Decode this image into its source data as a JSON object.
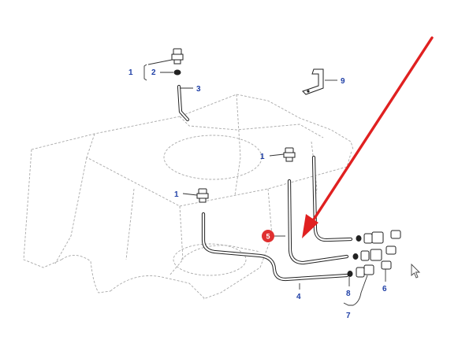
{
  "callouts": {
    "c1_top": "1",
    "c2_top": "2",
    "c3": "3",
    "c9": "9",
    "c1_mid": "1",
    "c1_low": "1",
    "c5": "5",
    "c4": "4",
    "c8": "8",
    "c6": "6",
    "c7": "7"
  },
  "colors": {
    "callout_text": "#1f3fa6",
    "arrow": "#e02020",
    "highlight_badge": "#e03030"
  }
}
